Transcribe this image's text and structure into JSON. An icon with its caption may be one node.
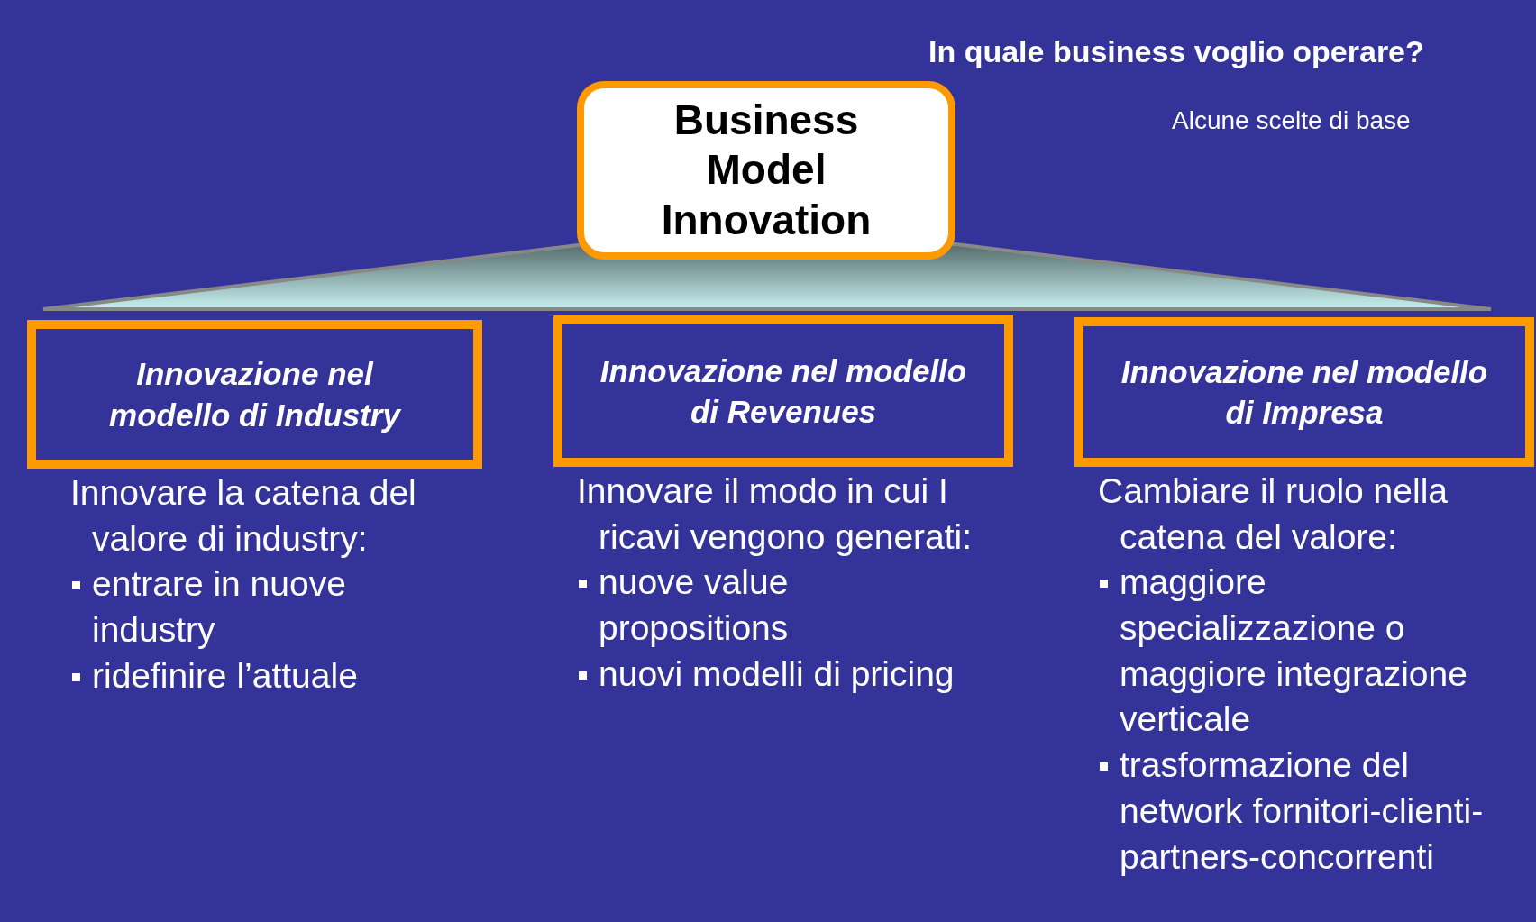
{
  "diagram": {
    "title": "In quale business voglio operare?",
    "nodes": [
      {
        "text": [
          "Business Model Innovation"
        ]
      },
      {
        "text": [],
        "shape": "band"
      },
      {
        "text": [
          "Innovazione nel modello di Industry"
        ],
        "beside": [
          "Innovare la catena del valore di industry:",
          "entrare in nuove industry",
          "ridefinire l’attuale"
        ]
      },
      {
        "text": [
          "Innovazione nel modello di Revenues"
        ],
        "beside": [
          "Innovare il modo in cui I ricavi vengono generati:",
          "nuove value propositions",
          "nuovi modelli di pricing"
        ]
      },
      {
        "text": [
          "Innovazione nel modello di Impresa"
        ],
        "beside": [
          "Cambiare il ruolo nella catena del valore:",
          "maggiore specializzazione o maggiore integrazione verticale",
          "trasformazione del network fornitori-clienti-partners-concorrenti"
        ]
      }
    ],
    "labels": [
      "Alcune scelte di base"
    ]
  }
}
